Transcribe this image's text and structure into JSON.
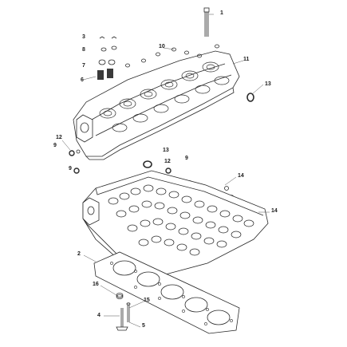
{
  "callouts": {
    "c1": "1",
    "c3": "3",
    "c8": "8",
    "c7": "7",
    "c6": "6",
    "c10": "10",
    "c11": "11",
    "c13a": "13",
    "c12a": "12",
    "c9a": "9",
    "c9b": "9",
    "c13b": "13",
    "c12b": "12",
    "c9c": "9",
    "c14a": "14",
    "c14b": "14",
    "c2": "2",
    "c16": "16",
    "c15": "15",
    "c4": "4",
    "c5": "5"
  },
  "colors": {
    "line": "#2a2a2a",
    "fill": "#ffffff",
    "shade": "#d9d9d9",
    "dark": "#3a3a3a"
  }
}
